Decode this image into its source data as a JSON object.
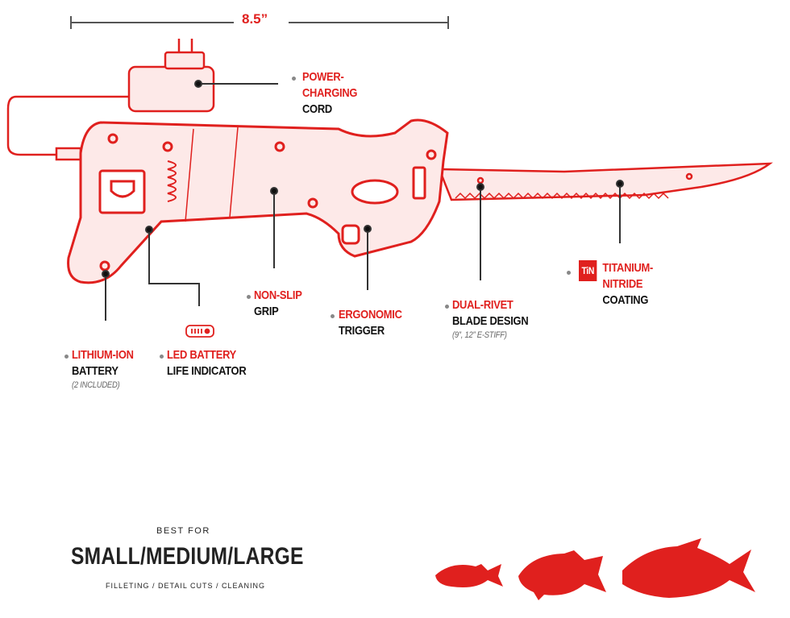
{
  "dimension": "8.5”",
  "features": {
    "cord": {
      "line1": "POWER-",
      "line2a": "CHARGING",
      "line2": "CORD"
    },
    "grip": {
      "line1": "NON-SLIP",
      "line2": "GRIP"
    },
    "trigger": {
      "line1": "ERGONOMIC",
      "line2": "TRIGGER"
    },
    "blade": {
      "line1": "DUAL-RIVET",
      "line2": "BLADE DESIGN",
      "note": "(9”, 12” E-STIFF)"
    },
    "coating": {
      "badge": "TiN",
      "line1": "TITANIUM-",
      "line1b": "NITRIDE",
      "line2": "COATING"
    },
    "battery": {
      "line1": "LITHIUM-ION",
      "line2": "BATTERY",
      "note": "(2 INCLUDED)"
    },
    "led": {
      "line1": "LED BATTERY",
      "line2": "LIFE INDICATOR"
    }
  },
  "best_for": {
    "label": "BEST FOR",
    "sizes": "SMALL/MEDIUM/LARGE",
    "uses": "FILLETING / DETAIL CUTS / CLEANING"
  },
  "colors": {
    "accent": "#e0201e",
    "text": "#111111"
  }
}
